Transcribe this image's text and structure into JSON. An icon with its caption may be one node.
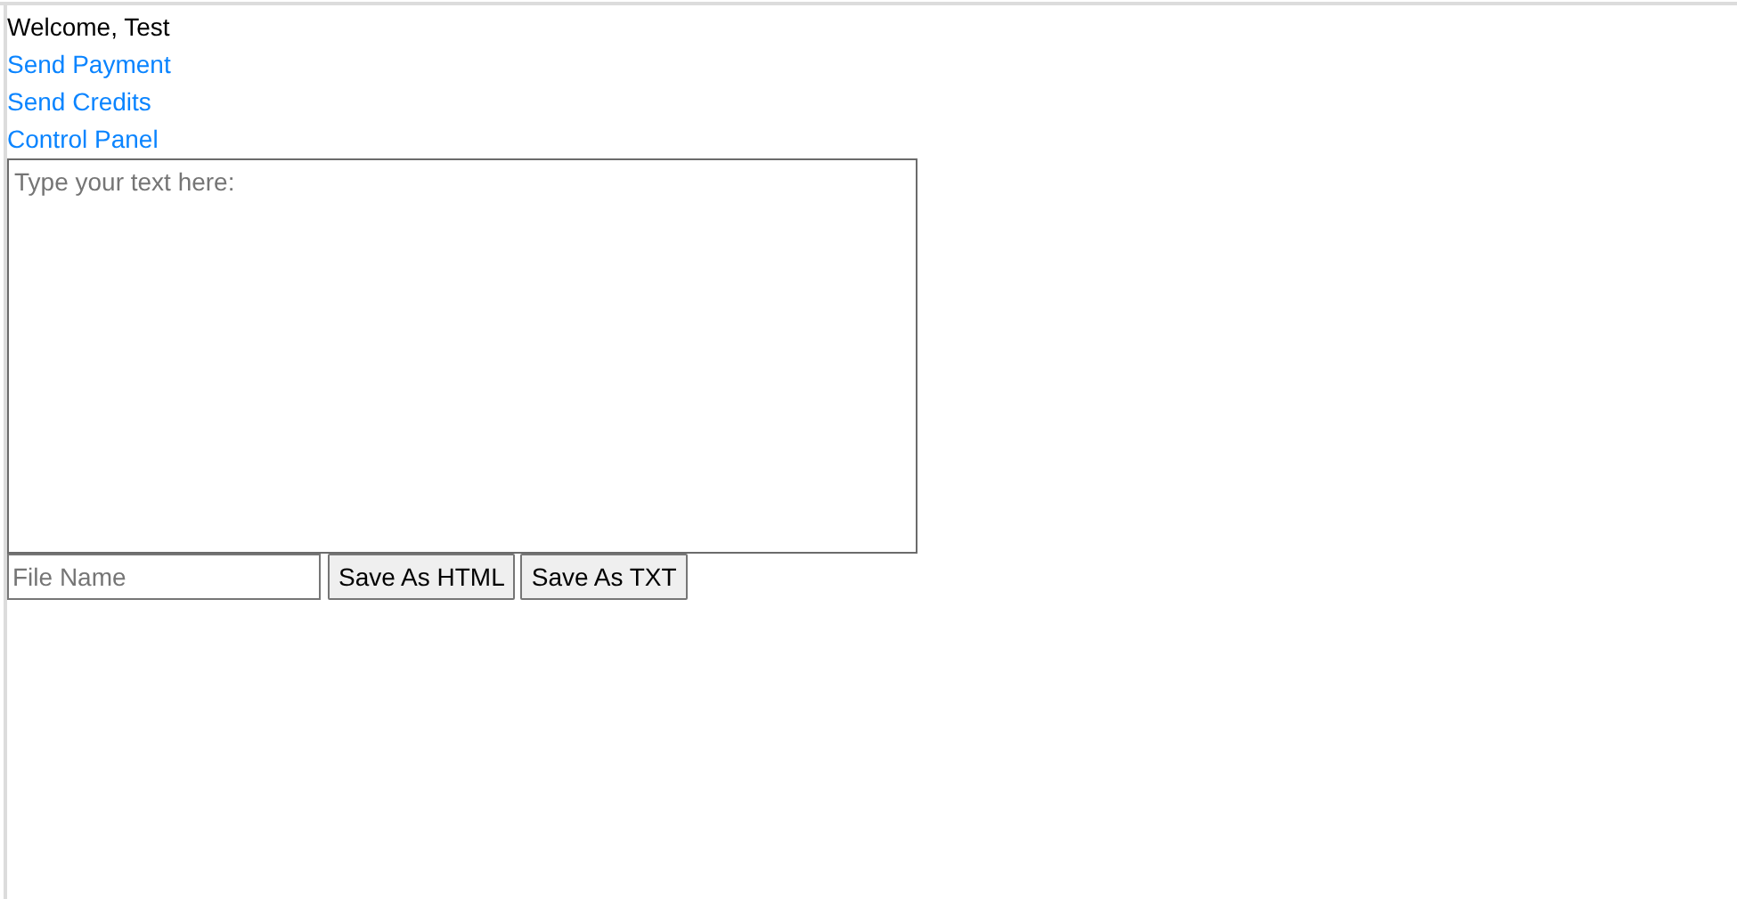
{
  "diagram": {
    "nodes": [
      {
        "text": [
          "Type your text here:"
        ]
      },
      {
        "text": [
          "File Name"
        ]
      },
      {
        "text": [
          "Save As HTML"
        ]
      },
      {
        "text": [
          "Save As TXT"
        ]
      }
    ],
    "labels": [
      "Welcome, Test",
      "Send Payment",
      "Send Credits",
      "Control Panel"
    ]
  }
}
